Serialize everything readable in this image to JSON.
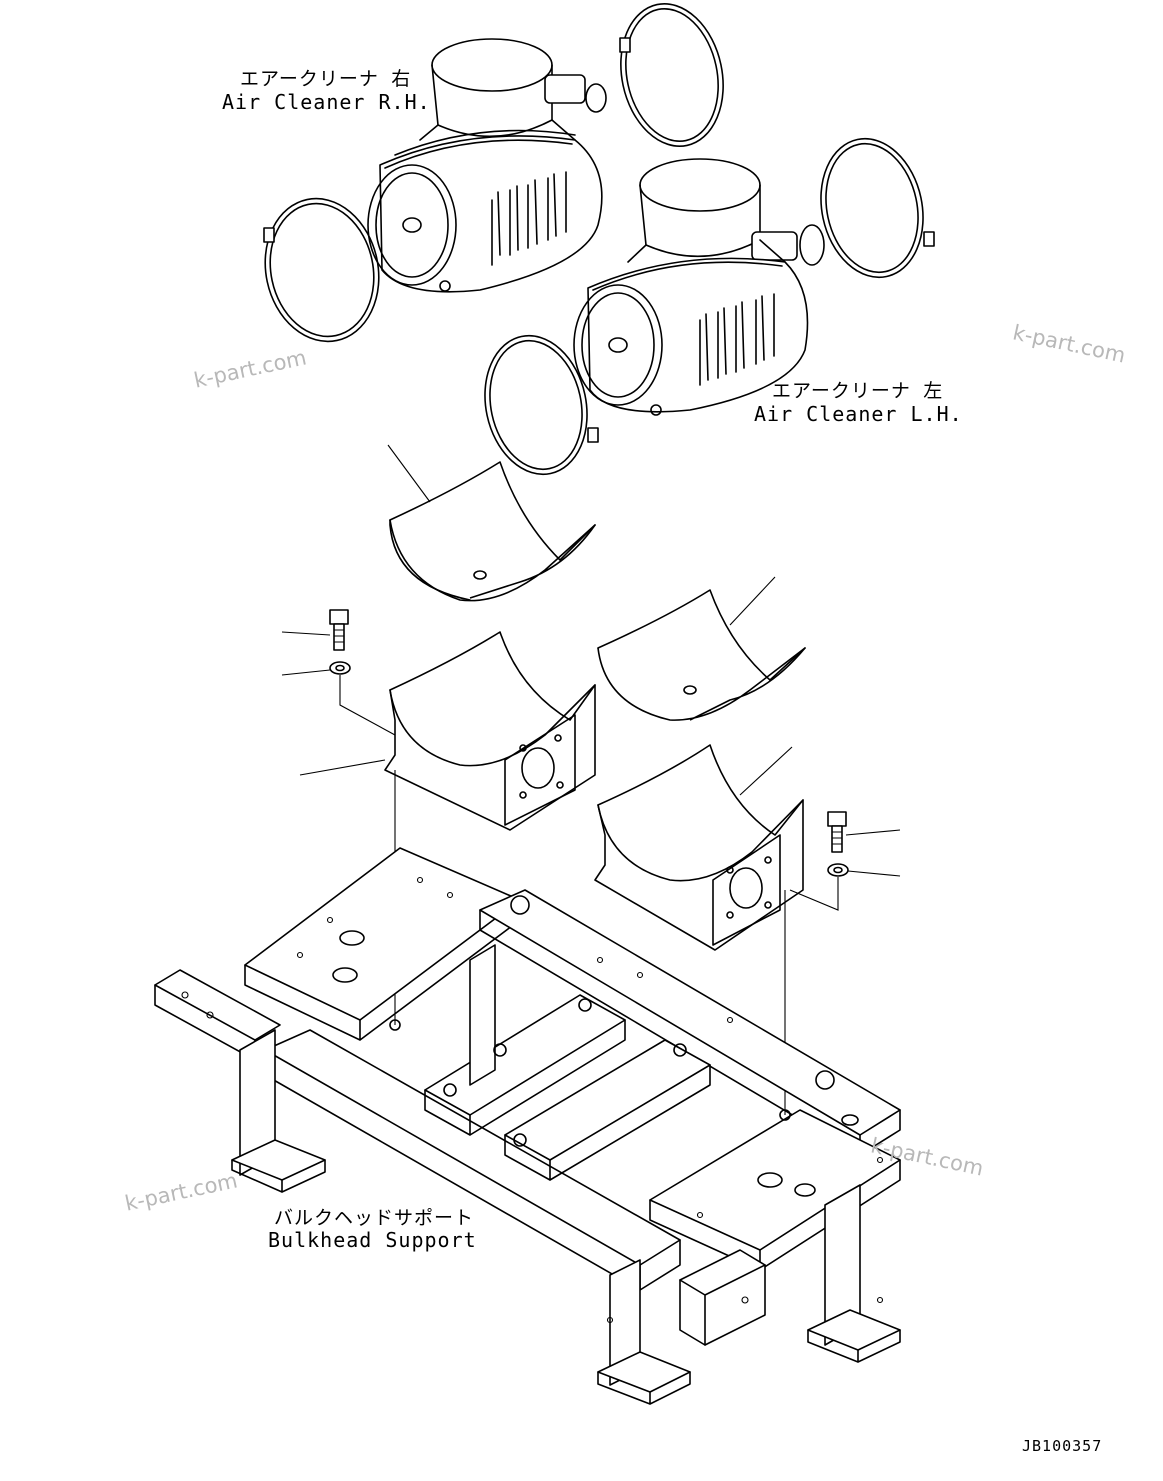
{
  "labels": {
    "air_cleaner_rh_jp": "エアークリーナ 右",
    "air_cleaner_rh_en": "Air Cleaner R.H.",
    "air_cleaner_lh_jp": "エアークリーナ 左",
    "air_cleaner_lh_en": "Air Cleaner L.H.",
    "bulkhead_jp": "バルクヘッドサポート",
    "bulkhead_en": "Bulkhead Support"
  },
  "watermarks": [
    "k-part.com",
    "k-part.com",
    "k-part.com",
    "k-part.com"
  ],
  "drawing_code": "JB100357"
}
